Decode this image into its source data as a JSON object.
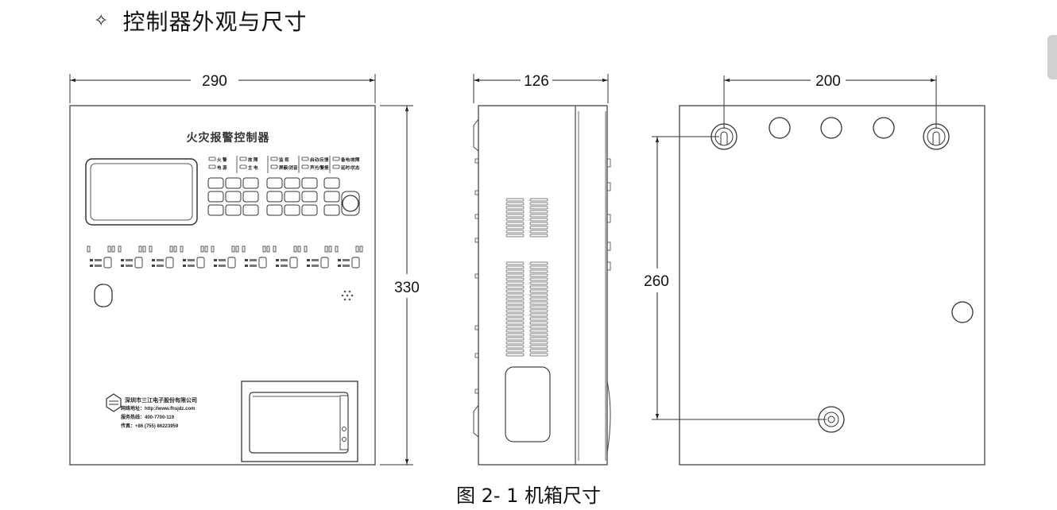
{
  "section": {
    "bullet_icon": "four-point-star-icon",
    "title": "控制器外观与尺寸"
  },
  "figure": {
    "front": {
      "width_dim": "290",
      "height_dim": "330",
      "panel_title": "火灾报警控制器",
      "company_name": "深圳市三江电子股份有限公司",
      "website": "网络地址：http://www.fhsjdz.com",
      "hotline": "服务热线：400-7700-119",
      "fax": "传真：+86 (755) 86223959",
      "indicators": [
        [
          "火 警",
          "电 源"
        ],
        [
          "故 障",
          "主 电"
        ],
        [
          "监 视",
          "屏蔽/消音"
        ],
        [
          "启动/反馈",
          "声光/警报"
        ],
        [
          "备电/故障",
          "延时/状态"
        ]
      ]
    },
    "side": {
      "width_dim": "126"
    },
    "back": {
      "hole_spacing_dim": "200",
      "vertical_dim": "260"
    }
  },
  "caption": {
    "label": "图 2- 1 机箱尺寸"
  },
  "colors": {
    "line": "#333333",
    "dim_line": "#222222"
  }
}
